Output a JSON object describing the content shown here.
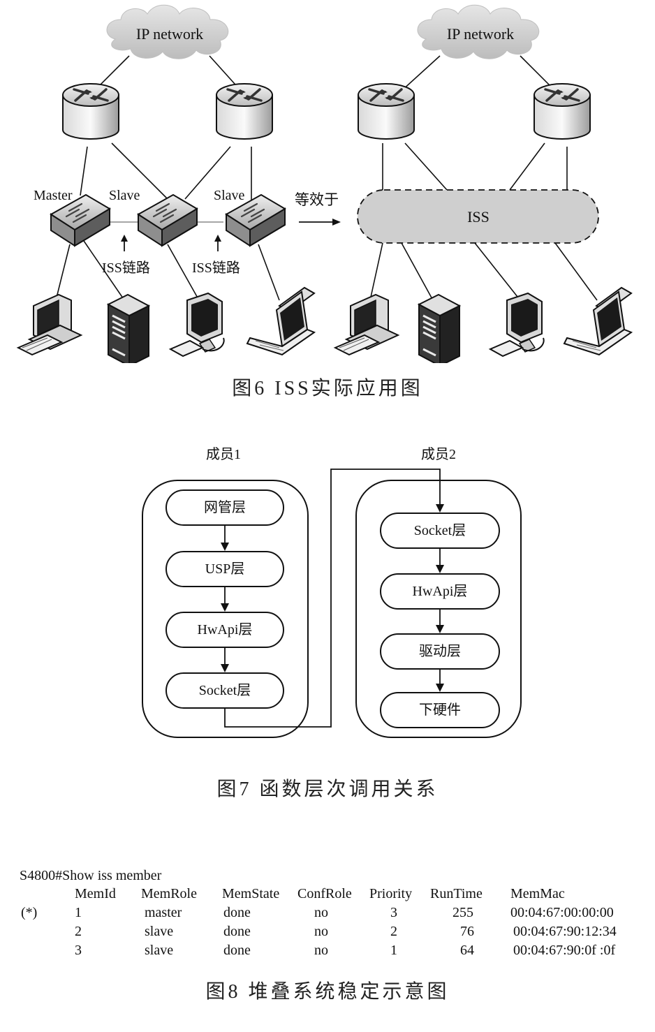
{
  "figure6": {
    "ip_network_left": "IP network",
    "ip_network_right": "IP network",
    "role_master": "Master",
    "role_slave_1": "Slave",
    "role_slave_2": "Slave",
    "equivalent_label": "等效于",
    "iss_link_1": "ISS链路",
    "iss_link_2": "ISS链路",
    "iss_cloud_label": "ISS",
    "caption": "图6  ISS实际应用图"
  },
  "figure7": {
    "member1_title": "成员1",
    "member2_title": "成员2",
    "member1_layers": [
      "网管层",
      "USP层",
      "HwApi层",
      "Socket层"
    ],
    "member2_layers": [
      "Socket层",
      "HwApi层",
      "驱动层",
      "下硬件"
    ],
    "caption": "图7  函数层次调用关系"
  },
  "figure8": {
    "command": "S4800#Show  iss  member",
    "headers": [
      "MemId",
      "MemRole",
      "MemState",
      "ConfRole",
      "Priority",
      "RunTime",
      "MemMac"
    ],
    "rows": [
      {
        "marker": "(*)",
        "memid": "1",
        "memrole": "master",
        "memstate": "done",
        "confrole": "no",
        "priority": "3",
        "runtime": "255",
        "memmac": "00:04:67:00:00:00"
      },
      {
        "marker": "",
        "memid": "2",
        "memrole": "slave",
        "memstate": "done",
        "confrole": "no",
        "priority": "2",
        "runtime": "76",
        "memmac": "00:04:67:90:12:34"
      },
      {
        "marker": "",
        "memid": "3",
        "memrole": "slave",
        "memstate": "done",
        "confrole": "no",
        "priority": "1",
        "runtime": "64",
        "memmac": "00:04:67:90:0f :0f"
      }
    ],
    "caption": "图8  堆叠系统稳定示意图"
  }
}
